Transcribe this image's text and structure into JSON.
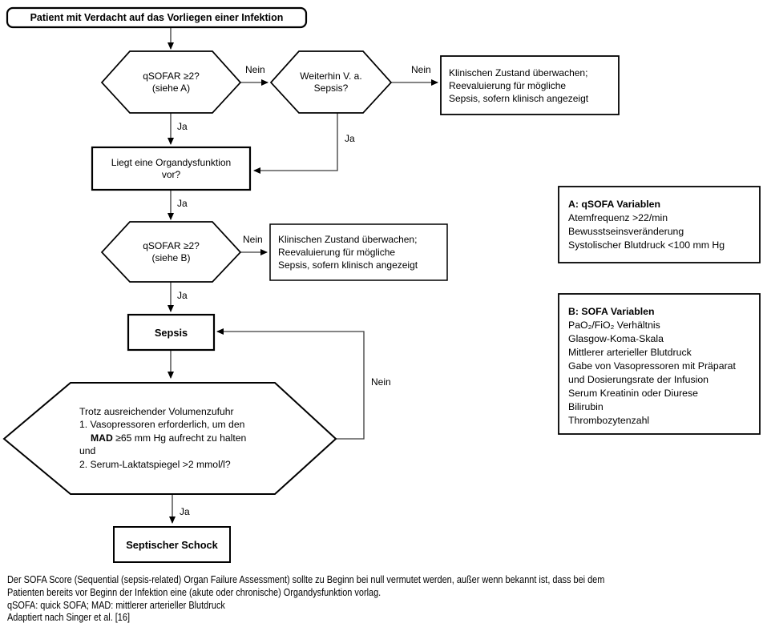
{
  "labels": {
    "ja": "Ja",
    "nein": "Nein"
  },
  "nodes": {
    "start": {
      "text": "Patient mit Verdacht auf das Vorliegen einer Infektion"
    },
    "qsofa_a": {
      "line1": "qSOFAR ≥2?",
      "line2": "(siehe A)"
    },
    "weiterhin": {
      "line1": "Weiterhin V. a.",
      "line2": "Sepsis?"
    },
    "monitor_top": {
      "lines": [
        "Klinischen Zustand überwachen;",
        "Reevaluierung für mögliche",
        "Sepsis, sofern klinisch angezeigt"
      ]
    },
    "organdysfunktion": {
      "line1": "Liegt eine Organdysfunktion",
      "line2": "vor?"
    },
    "qsofa_b": {
      "line1": "qSOFAR ≥2?",
      "line2": "(siehe B)"
    },
    "monitor_mid": {
      "lines": [
        "Klinischen Zustand überwachen;",
        "Reevaluierung für mögliche",
        "Sepsis, sofern klinisch angezeigt"
      ]
    },
    "sepsis": {
      "text": "Sepsis"
    },
    "shock_check": {
      "line1": "Trotz ausreichender Volumenzufuhr",
      "line2": "1. Vasopressoren erforderlich, um den",
      "line3_bold": "MAD",
      "line3_rest": " ≥65 mm Hg aufrecht zu halten",
      "line4": "und",
      "line5": "2. Serum-Laktatspiegel >2 mmol/l?"
    },
    "septic_shock": {
      "text": "Septischer Schock"
    }
  },
  "sidebars": {
    "a": {
      "title": "A: qSOFA Variablen",
      "items": [
        "Atemfrequenz >22/min",
        "Bewusstseinsveränderung",
        "Systolischer Blutdruck <100 mm Hg"
      ]
    },
    "b": {
      "title": "B: SOFA Variablen",
      "items": [
        "PaO₂/FiO₂ Verhältnis",
        "Glasgow-Koma-Skala",
        "Mittlerer arterieller Blutdruck",
        "Gabe von Vasopressoren mit Präparat",
        "und Dosierungsrate der Infusion",
        "Serum Kreatinin oder Diurese",
        "Bilirubin",
        "Thrombozytenzahl"
      ]
    }
  },
  "footnote": {
    "lines": [
      "Der SOFA Score (Sequential (sepsis-related) Organ Failure Assessment) sollte zu Beginn bei null vermutet werden, außer wenn bekannt ist, dass bei dem",
      "Patienten bereits vor Beginn der Infektion eine (akute oder chronische) Organdysfunktion vorlag.",
      "qSOFA: quick SOFA; MAD: mittlerer arterieller Blutdruck",
      "Adaptiert nach Singer et al. [16]"
    ]
  }
}
